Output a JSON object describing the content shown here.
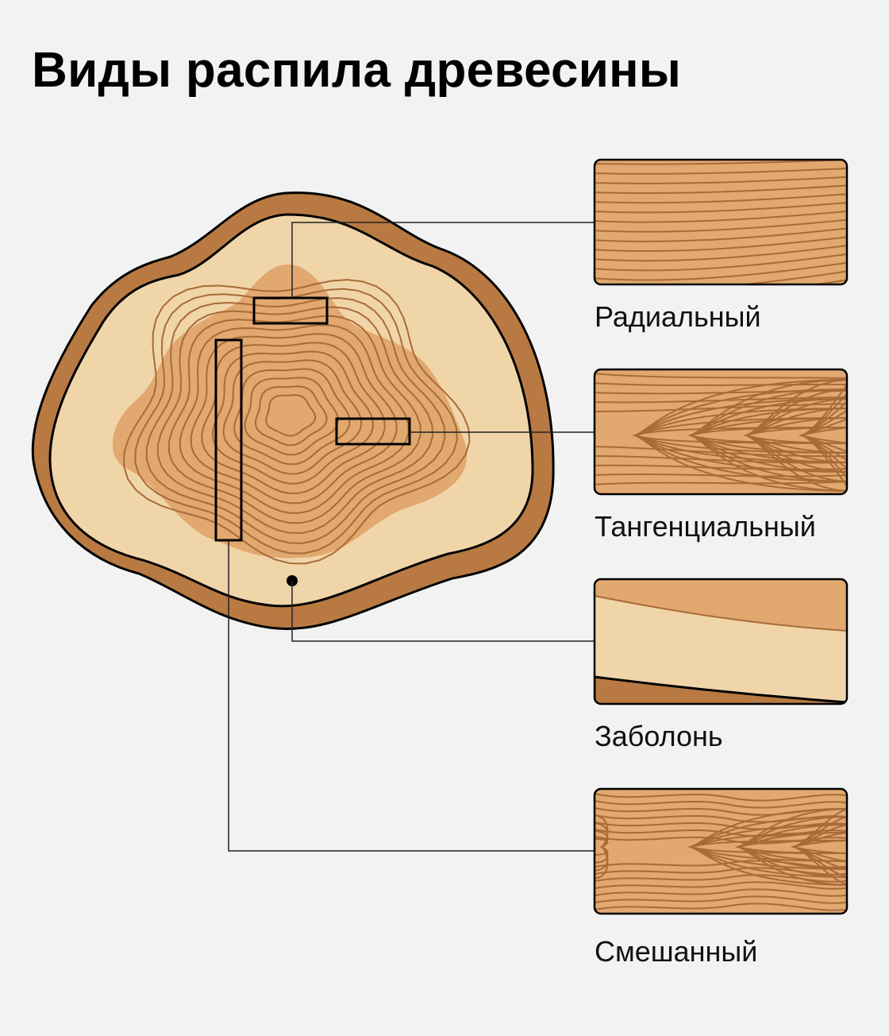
{
  "title": "Виды распила древесины",
  "cuts": [
    {
      "id": "radial",
      "label": "Радиальный"
    },
    {
      "id": "tangential",
      "label": "Тангенциальный"
    },
    {
      "id": "sapwood",
      "label": "Заболонь"
    },
    {
      "id": "mixed",
      "label": "Смешанный"
    }
  ],
  "colors": {
    "background": "#f2f2f2",
    "bark": "#b87a42",
    "sapwood": "#f0d5a9",
    "heartwood": "#e1a86f",
    "inner_heartwood": "#d99760",
    "grain": "#a86b38",
    "outline": "#000000",
    "leader": "#222222"
  }
}
